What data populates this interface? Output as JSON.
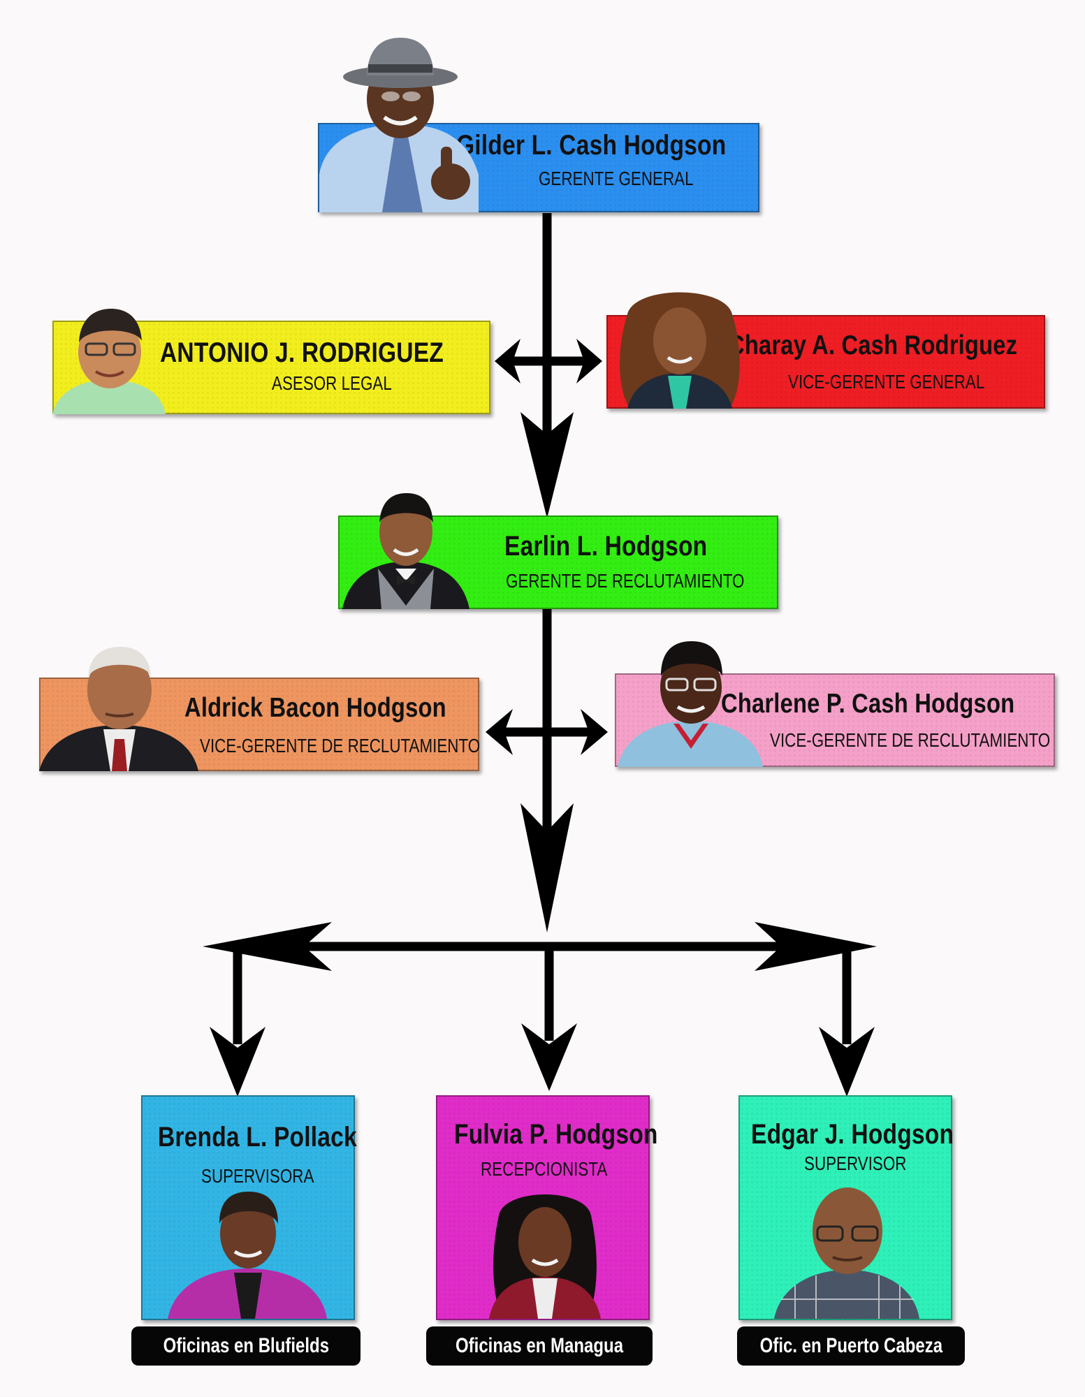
{
  "colors": {
    "background": "#fbf9fa",
    "blue": "#2b8ff0",
    "yellow": "#f2ee1e",
    "red": "#ee1e24",
    "green": "#33ee12",
    "orange": "#ee9560",
    "pink": "#f5a0c8",
    "cyan": "#32b5e4",
    "magenta": "#e02cc8",
    "mint": "#2ef0b8",
    "arrow": "#000000",
    "office_label": "#060606"
  },
  "nodes": {
    "general_manager": {
      "name": "Gilder L. Cash Hodgson",
      "role": "GERENTE GENERAL",
      "photo_icon": "man-with-hat-thumbs-up-portrait"
    },
    "legal_advisor": {
      "name": "ANTONIO J. RODRIGUEZ",
      "role": "ASESOR LEGAL",
      "photo_icon": "man-with-glasses-portrait"
    },
    "deputy_general_manager": {
      "name": "Charay A. Cash Rodriguez",
      "role": "VICE-GERENTE GENERAL",
      "photo_icon": "woman-curly-hair-portrait"
    },
    "recruitment_manager": {
      "name": "Earlin L. Hodgson",
      "role": "GERENTE DE RECLUTAMIENTO",
      "photo_icon": "man-in-vest-bowtie-portrait"
    },
    "deputy_recruitment_1": {
      "name": "Aldrick Bacon Hodgson",
      "role": "VICE-GERENTE DE RECLUTAMIENTO",
      "photo_icon": "older-man-suit-portrait"
    },
    "deputy_recruitment_2": {
      "name": "Charlene P. Cash Hodgson",
      "role": "VICE-GERENTE DE RECLUTAMIENTO",
      "photo_icon": "woman-glasses-portrait"
    },
    "supervisor_blufields": {
      "name": "Brenda L. Pollack",
      "role": "SUPERVISORA",
      "office": "Oficinas en Blufields",
      "photo_icon": "woman-purple-jacket-portrait"
    },
    "receptionist_managua": {
      "name": "Fulvia P. Hodgson",
      "role": "RECEPCIONISTA",
      "office": "Oficinas en Managua",
      "photo_icon": "woman-smiling-portrait"
    },
    "supervisor_puerto_cabeza": {
      "name": "Edgar J. Hodgson",
      "role": "SUPERVISOR",
      "office": "Ofic. en Puerto Cabeza",
      "photo_icon": "man-glasses-plaid-shirt-portrait"
    }
  }
}
